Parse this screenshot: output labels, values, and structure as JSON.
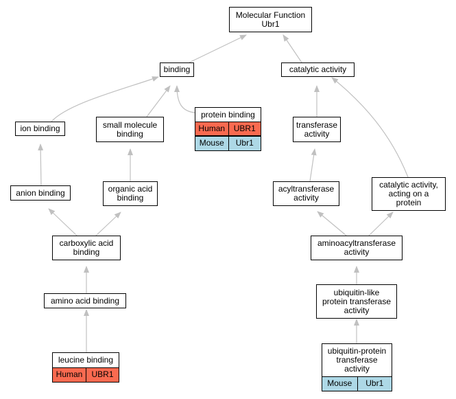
{
  "colors": {
    "edge": "#c0c0c0",
    "human": "#fa6a50",
    "mouse": "#add8e6",
    "node_border": "#000000",
    "node_fill": "#ffffff"
  },
  "nodes": {
    "root": {
      "line1": "Molecular Function",
      "line2": "Ubr1"
    },
    "binding": {
      "line1": "binding"
    },
    "catalytic": {
      "line1": "catalytic activity"
    },
    "ion": {
      "line1": "ion binding"
    },
    "small_molecule": {
      "line1": "small molecule",
      "line2": "binding"
    },
    "protein": {
      "line1": "protein binding"
    },
    "transferase": {
      "line1": "transferase",
      "line2": "activity"
    },
    "anion": {
      "line1": "anion binding"
    },
    "organic_acid": {
      "line1": "organic acid",
      "line2": "binding"
    },
    "acyltransferase": {
      "line1": "acyltransferase",
      "line2": "activity"
    },
    "catalytic_protein": {
      "line1": "catalytic activity,",
      "line2": "acting on a",
      "line3": "protein"
    },
    "carboxylic": {
      "line1": "carboxylic acid",
      "line2": "binding"
    },
    "aminoacyl": {
      "line1": "aminoacyltransferase",
      "line2": "activity"
    },
    "amino_acid": {
      "line1": "amino acid binding"
    },
    "ubl_transferase": {
      "line1": "ubiquitin-like",
      "line2": "protein transferase",
      "line3": "activity"
    },
    "leucine": {
      "line1": "leucine binding"
    },
    "ub_transferase": {
      "line1": "ubiquitin-protein",
      "line2": "transferase",
      "line3": "activity"
    }
  },
  "species_rows": {
    "protein_human": {
      "species": "Human",
      "gene": "UBR1"
    },
    "protein_mouse": {
      "species": "Mouse",
      "gene": "Ubr1"
    },
    "leucine_human": {
      "species": "Human",
      "gene": "UBR1"
    },
    "ub_mouse": {
      "species": "Mouse",
      "gene": "Ubr1"
    }
  }
}
